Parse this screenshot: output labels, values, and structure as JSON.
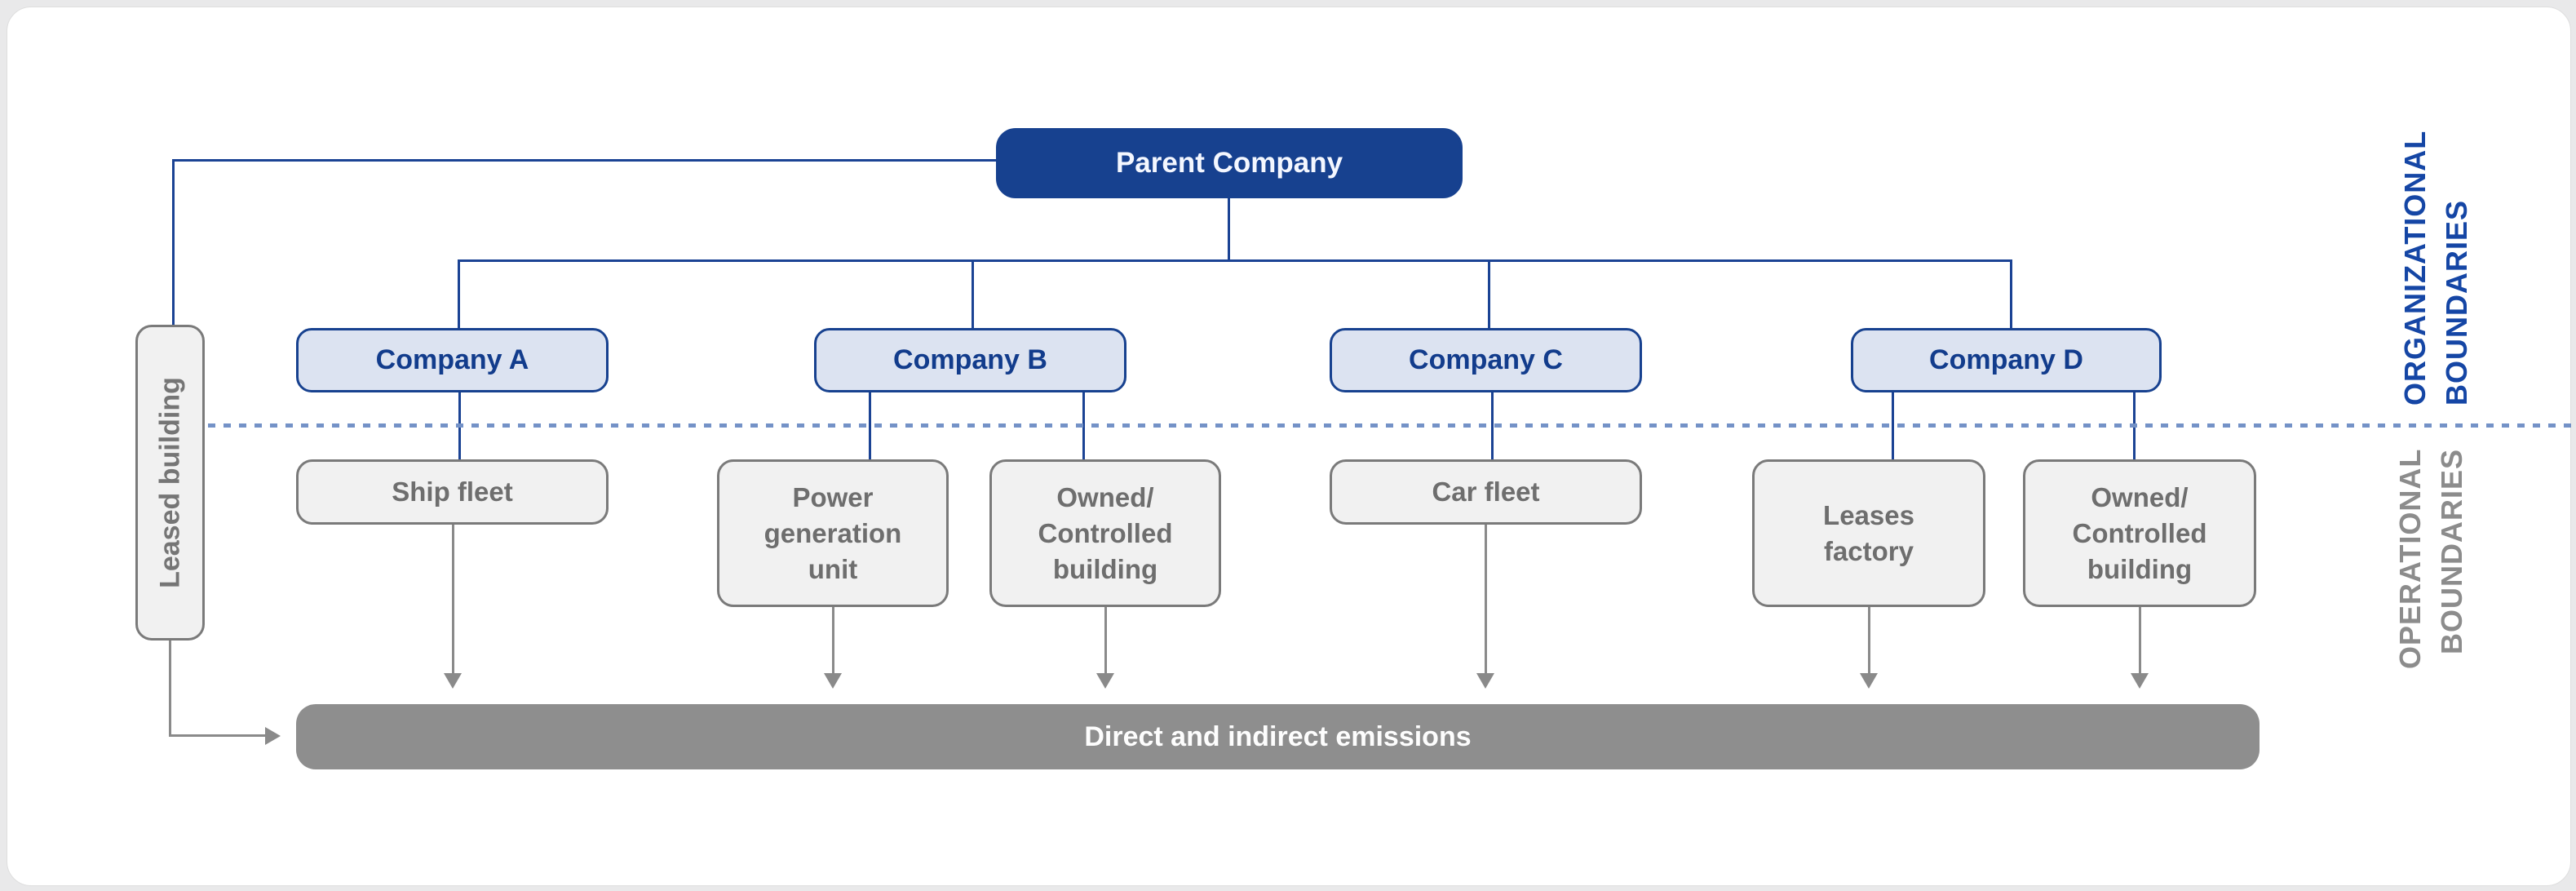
{
  "diagram": {
    "parent": {
      "label": "Parent Company"
    },
    "companies": [
      {
        "label": "Company A"
      },
      {
        "label": "Company B"
      },
      {
        "label": "Company C"
      },
      {
        "label": "Company D"
      }
    ],
    "assets": {
      "ship_fleet": {
        "label": "Ship fleet",
        "parent": "Company A"
      },
      "power_unit": {
        "label": "Power\ngeneration\nunit",
        "parent": "Company B"
      },
      "owned_building_b": {
        "label": "Owned/\nControlled\nbuilding",
        "parent": "Company B"
      },
      "car_fleet": {
        "label": "Car fleet",
        "parent": "Company C"
      },
      "leases_factory": {
        "label": "Leases\nfactory",
        "parent": "Company D"
      },
      "owned_building_d": {
        "label": "Owned/\nControlled\nbuilding",
        "parent": "Company D"
      }
    },
    "leased_building": {
      "label": "Leased building"
    },
    "emissions_bar": {
      "label": "Direct and indirect emissions"
    },
    "sections": {
      "organizational": {
        "label": "ORGANIZATIONAL\nBOUNDARIES"
      },
      "operational": {
        "label": "OPERATIONAL\nBOUNDARIES"
      }
    },
    "colors": {
      "brand_blue": "#17418F",
      "company_fill": "#DCE3F1",
      "company_text": "#123C8C",
      "section_blue": "#1546A5",
      "section_gray": "#8C8C8C",
      "asset_fill": "#F1F1F1",
      "asset_border": "#7A7A7A",
      "asset_text": "#6E6E6E",
      "bar_fill": "#8E8E8E",
      "bar_text": "#FDFDFD",
      "connector_blue": "#1B4394",
      "connector_gray": "#8A8A8A",
      "boundary_dotted_blue": "#7492C7",
      "card_background": "#FFFFFF",
      "page_background": "#E9E9EA"
    }
  }
}
